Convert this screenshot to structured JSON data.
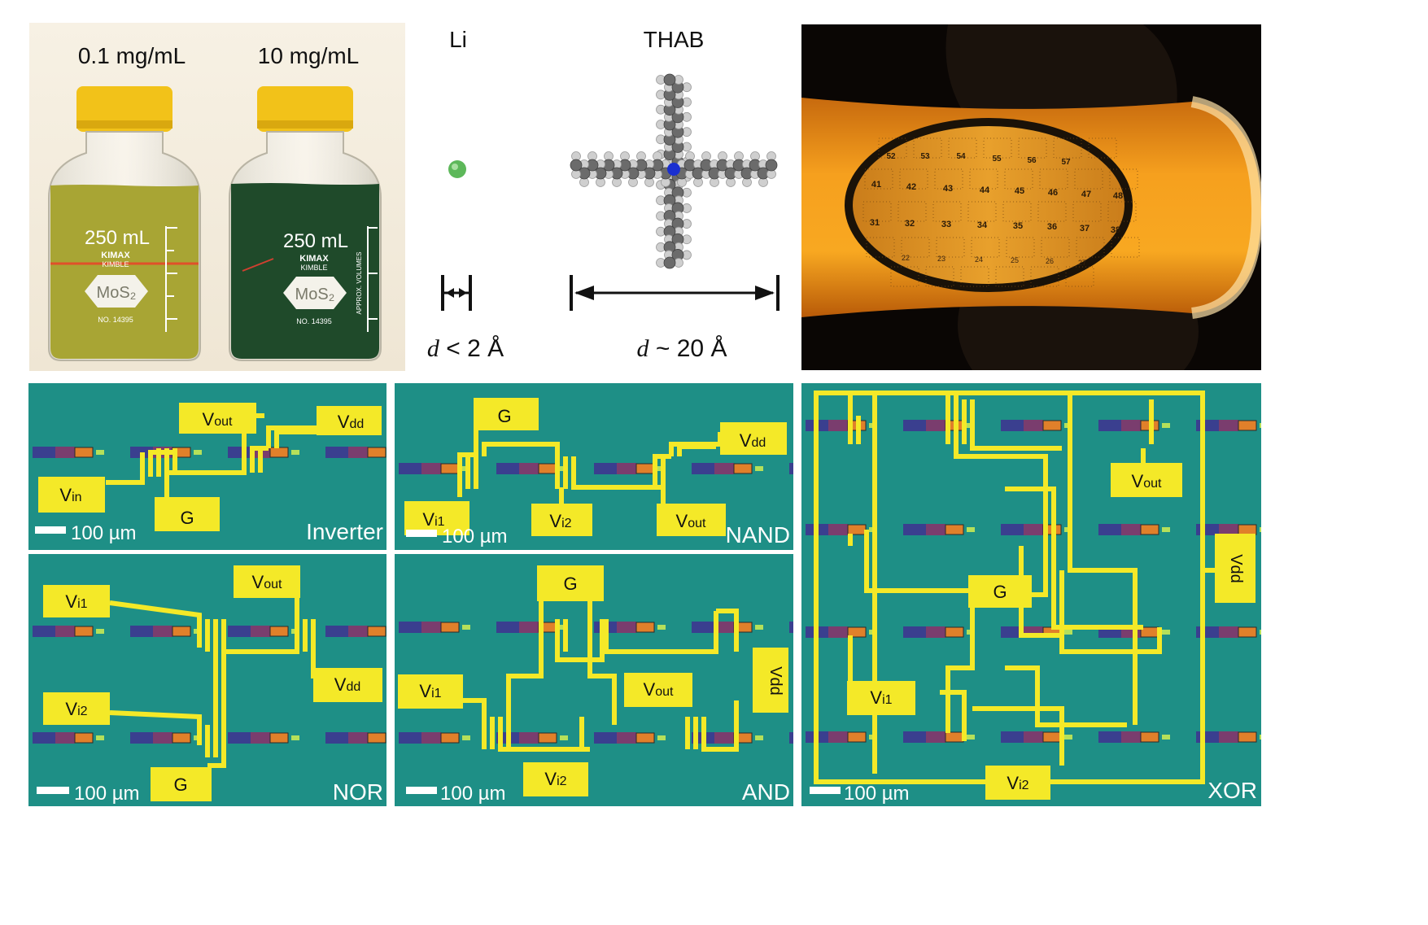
{
  "bottles": {
    "left": {
      "concentration": "0.1 mg/mL",
      "volume": "250 mL",
      "brand": "KIMAX",
      "maker": "KIMBLE",
      "label": "MoS₂",
      "number": "NO. 14395",
      "liquid_color": "#a8a534"
    },
    "right": {
      "concentration": "10 mg/mL",
      "volume": "250 mL",
      "brand": "KIMAX",
      "maker": "KIMBLE",
      "label": "MoS₂",
      "number": "NO. 14395",
      "liquid_color": "#1f4a2a"
    },
    "graduation": "APPROX. VOLUMES",
    "cap_color": "#f2c219"
  },
  "intercalants": {
    "li": {
      "name": "Li",
      "size_symbol": "d",
      "size_text": " < 2 Å"
    },
    "thab": {
      "name": "THAB",
      "size_symbol": "d",
      "size_text": " ~ 20 Å"
    }
  },
  "wafer": {
    "row1": [
      "52",
      "53",
      "54",
      "55",
      "56",
      "57"
    ],
    "row2": [
      "41",
      "42",
      "43",
      "44",
      "45",
      "46",
      "47",
      "48"
    ],
    "row3": [
      "31",
      "32",
      "33",
      "34",
      "35",
      "36",
      "37",
      "38"
    ],
    "row4": [
      "22",
      "23",
      "24",
      "25",
      "26",
      "27"
    ]
  },
  "circuits": {
    "scale_bar": "100 µm",
    "inverter": {
      "name": "Inverter",
      "vin": "V",
      "vin_sub": "in",
      "vout": "V",
      "vout_sub": "out",
      "vdd": "V",
      "vdd_sub": "dd",
      "g": "G"
    },
    "nand": {
      "name": "NAND",
      "g": "G",
      "vdd": "V",
      "vdd_sub": "dd",
      "vi1": "V",
      "vi1_sub": "i1",
      "vi2": "V",
      "vi2_sub": "i2",
      "vout": "V",
      "vout_sub": "out"
    },
    "nor": {
      "name": "NOR",
      "vout": "V",
      "vout_sub": "out",
      "vi1": "V",
      "vi1_sub": "i1",
      "vi2": "V",
      "vi2_sub": "i2",
      "vdd": "V",
      "vdd_sub": "dd",
      "g": "G"
    },
    "and": {
      "name": "AND",
      "g": "G",
      "vi1": "V",
      "vi1_sub": "i1",
      "vi2": "V",
      "vi2_sub": "i2",
      "vout": "V",
      "vout_sub": "out",
      "vdd": "Vdd"
    },
    "xor": {
      "name": "XOR",
      "g": "G",
      "vout": "V",
      "vout_sub": "out",
      "vdd": "Vdd",
      "vi1": "V",
      "vi1_sub": "i1",
      "vi2": "V",
      "vi2_sub": "i2"
    },
    "colors": {
      "substrate": "#1e8f86",
      "metal": "#f4e928",
      "channel": "#e0802a",
      "pad_blue": "#3a3f8f",
      "pad_purple": "#7a3d6e"
    }
  }
}
